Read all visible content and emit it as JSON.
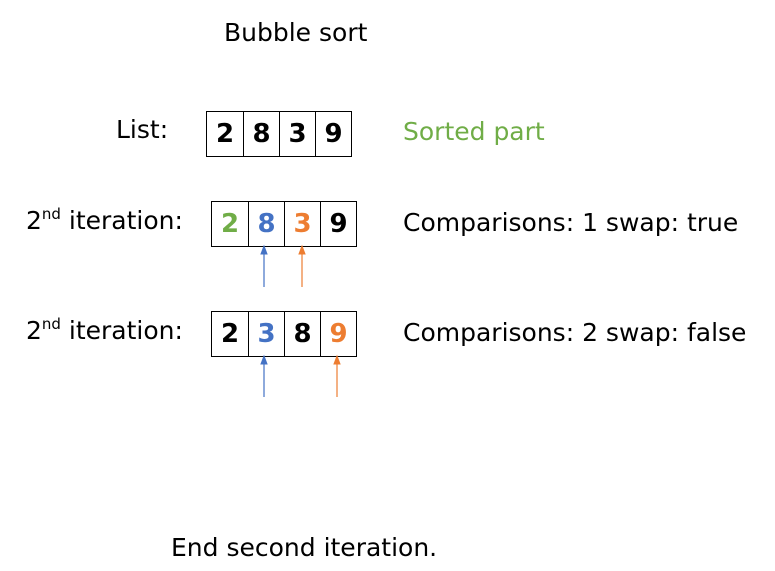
{
  "title": "Bubble sort",
  "colors": {
    "sorted": "#70ad47",
    "compare_a": "#4472c4",
    "compare_b": "#ed7d31",
    "default": "#000000"
  },
  "list_row": {
    "label": "List:",
    "cells": [
      "2",
      "8",
      "3",
      "9"
    ],
    "note": "Sorted part"
  },
  "rows": [
    {
      "label_prefix": "2",
      "label_sup": "nd",
      "label_suffix": " iteration:",
      "cells": [
        "2",
        "8",
        "3",
        "9"
      ],
      "cell_colors": [
        "sorted",
        "compare_a",
        "compare_b",
        "default"
      ],
      "info": "Comparisons: 1  swap:  true"
    },
    {
      "label_prefix": "2",
      "label_sup": "nd",
      "label_suffix": " iteration:",
      "cells": [
        "2",
        "3",
        "8",
        "9"
      ],
      "cell_colors": [
        "default",
        "compare_a",
        "default",
        "compare_b"
      ],
      "info": "Comparisons: 2   swap: false"
    }
  ],
  "footer": "End second iteration."
}
